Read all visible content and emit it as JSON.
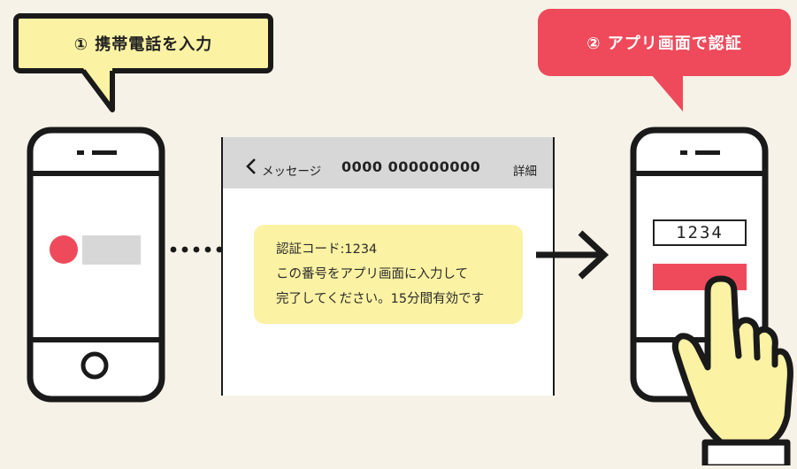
{
  "steps": {
    "step1": "① 携帯電話を入力",
    "step2": "② アプリ画面で認証"
  },
  "sms_screen": {
    "back_label": "メッセージ",
    "sender_number": "0000 000000000",
    "details_label": "詳細",
    "message_lines": [
      "認証コード:1234",
      "この番号をアプリ画面に入力して",
      "完了してください。15分間有効です"
    ]
  },
  "app_screen": {
    "code_value": "1234"
  },
  "colors": {
    "background": "#f6f2e7",
    "yellow": "#fbf2a3",
    "red": "#ee4a5b",
    "gray": "#d7d7d7",
    "outline": "#1a1a1a"
  }
}
